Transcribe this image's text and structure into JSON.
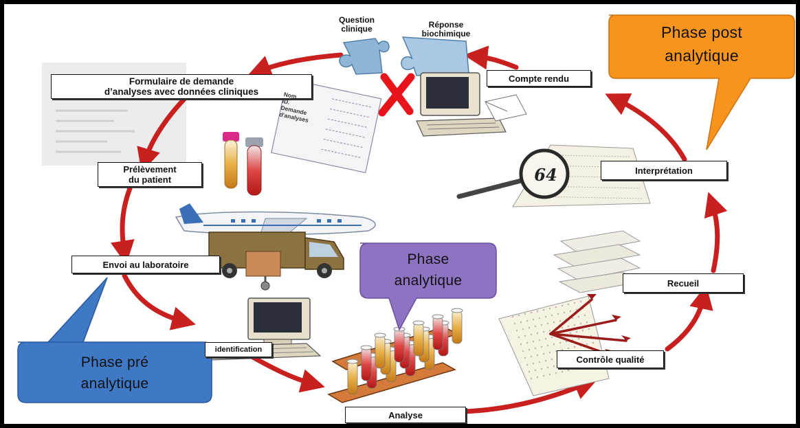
{
  "labels": {
    "question": "Question\nclinique",
    "reponse": "Réponse\nbiochimique",
    "compte_rendu": "Compte rendu",
    "formulaire": "Formulaire de demande\nd’analyses avec données cliniques",
    "prelevement": "Prélèvement\ndu patient",
    "envoi": "Envoi au laboratoire",
    "identification": "identification",
    "analyse": "Analyse",
    "controle": "Contrôle qualité",
    "recueil": "Recueil",
    "interpretation": "Interprétation"
  },
  "form_card": {
    "line1": "Nom",
    "line2": "ID.",
    "line3": "Demande",
    "line4": "d'analyses"
  },
  "magnifier_value": "64",
  "callouts": {
    "post": {
      "text": "Phase post\nanalytique",
      "color": "#F6941D"
    },
    "analytique": {
      "text": "Phase\nanalytique",
      "color": "#8E73C2"
    },
    "pre": {
      "text": "Phase pré\nanalytique",
      "color": "#3F78C4"
    }
  },
  "colors": {
    "arrow": "#C8201F",
    "cross": "#E8141C"
  }
}
